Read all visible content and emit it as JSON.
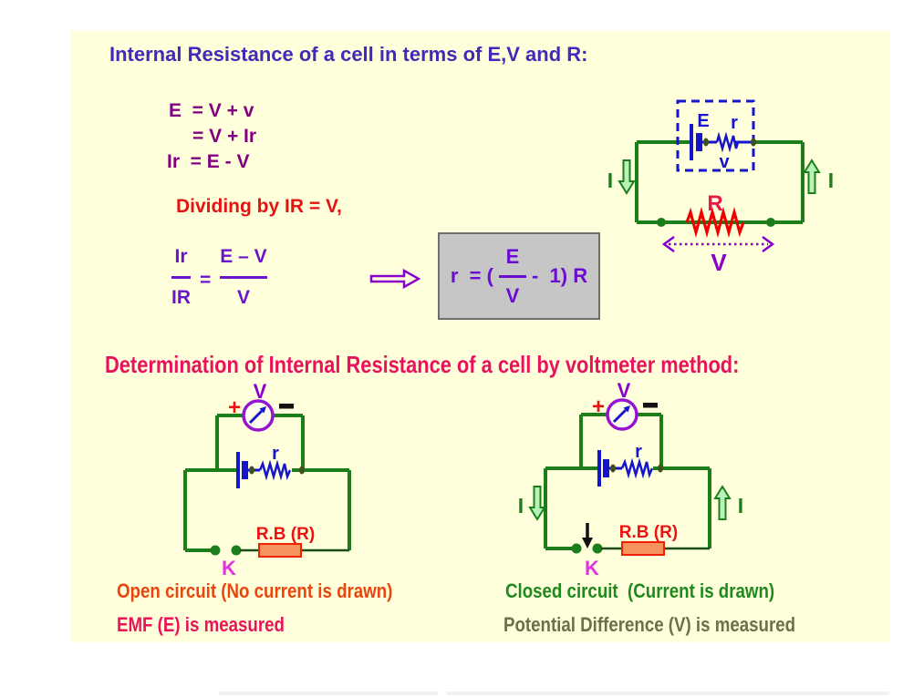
{
  "colors": {
    "slide_bg": "#FFFFDB",
    "title": "#4527BA",
    "equation_purple": "#800080",
    "note_red": "#E51212",
    "fraction_violet": "#6A14CC",
    "result_box_bg": "#C6C6C6",
    "result_formula_violet": "#6A0DD0",
    "section2_pink": "#E9125E",
    "wire_green": "#1B7E1B",
    "element_blue": "#1515CC",
    "resistor_red": "#EE0000",
    "label_crimson": "#E8174E",
    "arrow_purple": "#8800CC",
    "voltmeter_purple": "#9613D2",
    "key_magenta": "#E431E4",
    "rheostat_fill": "#F4935E",
    "caption_open": "#E8450F",
    "caption_emf": "#E8135A",
    "caption_closed": "#1E8A1E",
    "caption_pd": "#6E6E4E"
  },
  "slide": {
    "title": "Internal Resistance of a cell in terms of E,V and R:",
    "derivation": {
      "line1": "E  = V + v",
      "line2": "= V + Ir",
      "line3": "Ir  = E - V",
      "note": "Dividing by IR = V,",
      "lhs_num": "Ir",
      "lhs_den": "IR",
      "equals": "=",
      "rhs_num": "E – V",
      "rhs_den": "V"
    },
    "result_box": {
      "prefix": "r  = (",
      "frac_num": "E",
      "frac_den": "V",
      "suffix": "-  1) R"
    },
    "section2_title": "Determination of Internal Resistance of a cell by voltmeter method:",
    "circuit_cell": {
      "emf": "E",
      "internal_r": "r",
      "internal_v": "v",
      "external_r": "R",
      "terminal_v": "V",
      "current_left": "I",
      "current_right": "I"
    },
    "circuit_open": {
      "voltmeter": "V",
      "plus": "+",
      "minus": "−",
      "internal_r": "r",
      "key": "K",
      "rheostat": "R.B (R)"
    },
    "circuit_closed": {
      "voltmeter": "V",
      "plus": "+",
      "minus": "−",
      "internal_r": "r",
      "key": "K",
      "rheostat": "R.B (R)",
      "current_left": "I",
      "current_right": "I"
    },
    "captions": {
      "open_title": "Open circuit (No current is drawn)",
      "open_sub": "EMF (E) is measured",
      "closed_title": "Closed circuit  (Current is drawn)",
      "closed_sub": "Potential Difference (V) is measured"
    }
  }
}
